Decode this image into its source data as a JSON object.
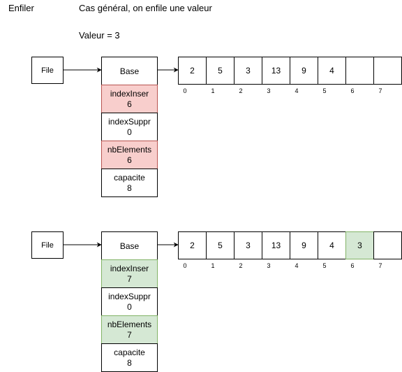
{
  "header": {
    "label": "Enfiler",
    "title": "Cas général, on enfile une valeur",
    "value": "Valeur = 3"
  },
  "diagram_top": {
    "file_label": "File",
    "base_label": "Base",
    "fields": [
      {
        "name": "indexInser",
        "value": "6"
      },
      {
        "name": "indexSuppr",
        "value": "0"
      },
      {
        "name": "nbElements",
        "value": "6"
      },
      {
        "name": "capacite",
        "value": "8"
      }
    ],
    "cells": [
      "2",
      "5",
      "3",
      "13",
      "9",
      "4",
      "",
      ""
    ],
    "indices": [
      "0",
      "1",
      "2",
      "3",
      "4",
      "5",
      "6",
      "7"
    ]
  },
  "diagram_bottom": {
    "file_label": "File",
    "base_label": "Base",
    "fields": [
      {
        "name": "indexInser",
        "value": "7"
      },
      {
        "name": "indexSuppr",
        "value": "0"
      },
      {
        "name": "nbElements",
        "value": "7"
      },
      {
        "name": "capacite",
        "value": "8"
      }
    ],
    "cells": [
      "2",
      "5",
      "3",
      "13",
      "9",
      "4",
      "3",
      ""
    ],
    "indices": [
      "0",
      "1",
      "2",
      "3",
      "4",
      "5",
      "6",
      "7"
    ]
  },
  "colors": {
    "changed_before": "#f8cecc",
    "changed_before_border": "#b85450",
    "changed_after": "#d5e8d4",
    "changed_after_border": "#82b366"
  }
}
